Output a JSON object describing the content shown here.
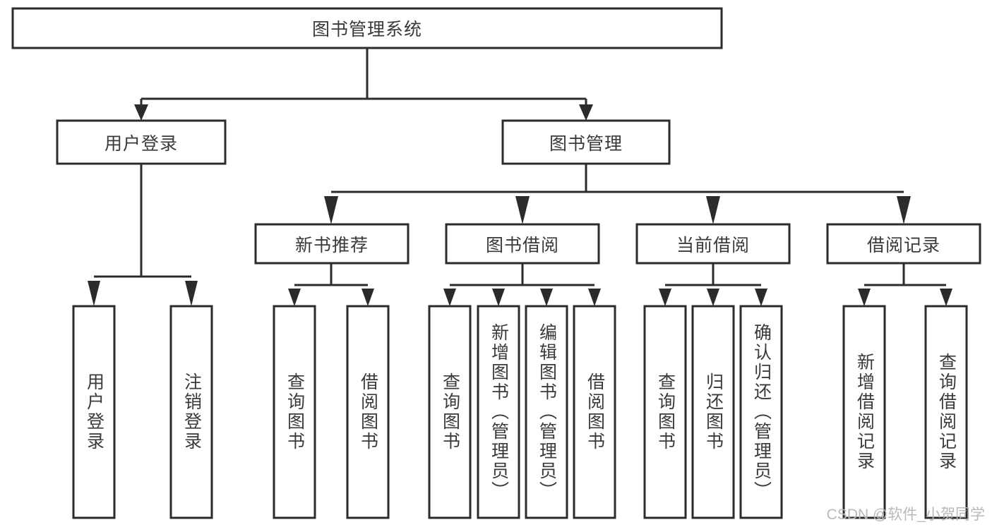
{
  "diagram": {
    "type": "tree-hierarchy-diagram",
    "title": "图书管理系统",
    "background_color": "#ffffff",
    "box_stroke_color": "#2b2b2b",
    "box_fill_color": "#ffffff",
    "text_color": "#3a3a3a",
    "watermark": "CSDN @软件_小贺同学",
    "levels": {
      "level1": [
        {
          "id": "root",
          "label": "图书管理系统",
          "orientation": "horizontal"
        }
      ],
      "level2": [
        {
          "id": "user-login",
          "label": "用户登录",
          "orientation": "horizontal",
          "parent": "root"
        },
        {
          "id": "book-manage",
          "label": "图书管理",
          "orientation": "horizontal",
          "parent": "root"
        }
      ],
      "level3": [
        {
          "id": "new-book-rec",
          "label": "新书推荐",
          "orientation": "horizontal",
          "parent": "book-manage"
        },
        {
          "id": "book-borrow",
          "label": "图书借阅",
          "orientation": "horizontal",
          "parent": "book-manage"
        },
        {
          "id": "current-borrow",
          "label": "当前借阅",
          "orientation": "horizontal",
          "parent": "book-manage"
        },
        {
          "id": "borrow-record",
          "label": "借阅记录",
          "orientation": "horizontal",
          "parent": "book-manage"
        }
      ],
      "leaves": [
        {
          "id": "leaf-user-login",
          "label": "用户登录",
          "orientation": "vertical",
          "parent": "user-login"
        },
        {
          "id": "leaf-logout",
          "label": "注销登录",
          "orientation": "vertical",
          "parent": "user-login"
        },
        {
          "id": "leaf-query-book-1",
          "label": "查询图书",
          "orientation": "vertical",
          "parent": "new-book-rec"
        },
        {
          "id": "leaf-borrow-book-1",
          "label": "借阅图书",
          "orientation": "vertical",
          "parent": "new-book-rec"
        },
        {
          "id": "leaf-query-book-2",
          "label": "查询图书",
          "orientation": "vertical",
          "parent": "book-borrow"
        },
        {
          "id": "leaf-add-book",
          "label": "新增图书（管理员）",
          "orientation": "vertical",
          "parent": "book-borrow"
        },
        {
          "id": "leaf-edit-book",
          "label": "编辑图书（管理员）",
          "orientation": "vertical",
          "parent": "book-borrow"
        },
        {
          "id": "leaf-borrow-book-2",
          "label": "借阅图书",
          "orientation": "vertical",
          "parent": "book-borrow"
        },
        {
          "id": "leaf-query-book-3",
          "label": "查询图书",
          "orientation": "vertical",
          "parent": "current-borrow"
        },
        {
          "id": "leaf-return-book",
          "label": "归还图书",
          "orientation": "vertical",
          "parent": "current-borrow"
        },
        {
          "id": "leaf-confirm-return",
          "label": "确认归还（管理员）",
          "orientation": "vertical",
          "parent": "current-borrow"
        },
        {
          "id": "leaf-add-record",
          "label": "新增借阅记录",
          "orientation": "vertical",
          "parent": "borrow-record"
        },
        {
          "id": "leaf-query-record",
          "label": "查询借阅记录",
          "orientation": "vertical",
          "parent": "borrow-record"
        }
      ]
    }
  }
}
